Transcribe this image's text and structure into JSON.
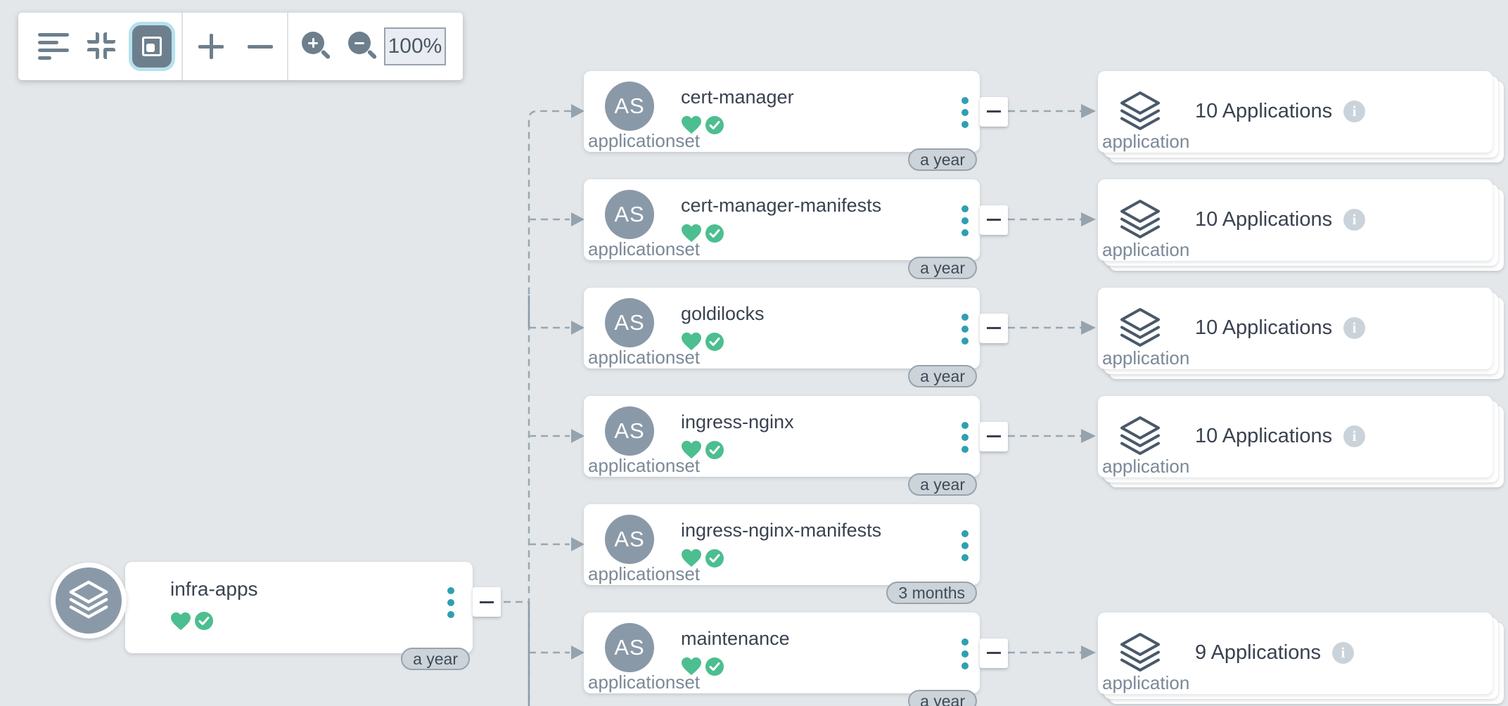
{
  "toolbar": {
    "zoom_value": "100%",
    "icons": [
      "layout-list-icon",
      "compress-icon",
      "fit-selection-icon",
      "zoom-in-plus-icon",
      "zoom-out-minus-icon",
      "magnifier-plus-icon",
      "magnifier-minus-icon"
    ]
  },
  "node_icons": {
    "appset_avatar_label": "AS",
    "health": "heart-icon",
    "sync": "check-circle-icon",
    "menu": "vertical-ellipsis-icon",
    "collapse": "minus-icon",
    "info": "info-icon",
    "app_group": "layer-group-icon"
  },
  "root": {
    "name": "infra-apps",
    "age": "a year"
  },
  "sets": [
    {
      "name": "cert-manager",
      "kind": "applicationset",
      "age": "a year",
      "apps": {
        "label": "10 Applications",
        "kind": "application"
      }
    },
    {
      "name": "cert-manager-manifests",
      "kind": "applicationset",
      "age": "a year",
      "apps": {
        "label": "10 Applications",
        "kind": "application"
      }
    },
    {
      "name": "goldilocks",
      "kind": "applicationset",
      "age": "a year",
      "apps": {
        "label": "10 Applications",
        "kind": "application"
      }
    },
    {
      "name": "ingress-nginx",
      "kind": "applicationset",
      "age": "a year",
      "apps": {
        "label": "10 Applications",
        "kind": "application"
      }
    },
    {
      "name": "ingress-nginx-manifests",
      "kind": "applicationset",
      "age": "3 months",
      "apps": null
    },
    {
      "name": "maintenance",
      "kind": "applicationset",
      "age": "a year",
      "apps": {
        "label": "9 Applications",
        "kind": "application"
      }
    }
  ],
  "colors": {
    "background": "#e3e7ea",
    "healthy_green": "#4cbe8f",
    "menu_teal": "#2f9fb2",
    "avatar_gray": "#8a99a8",
    "edge_gray": "#9aa7b1",
    "selected_ring_blue": "#b6e1ec"
  }
}
